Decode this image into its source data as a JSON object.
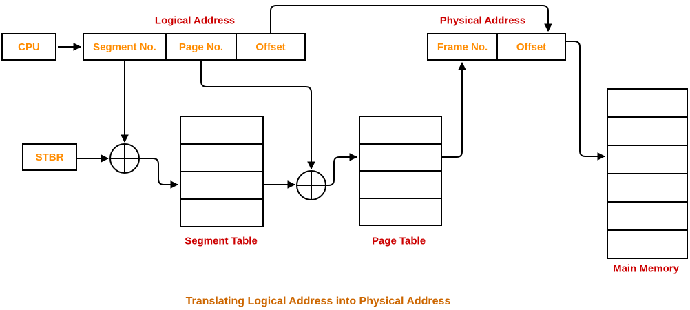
{
  "title": "Translating Logical Address into Physical Address",
  "cpu": {
    "label": "CPU"
  },
  "stbr": {
    "label": "STBR"
  },
  "logical_address": {
    "label": "Logical Address",
    "segment_field": "Segment No.",
    "page_field": "Page No.",
    "offset_field": "Offset"
  },
  "physical_address": {
    "label": "Physical Address",
    "frame_field": "Frame No.",
    "offset_field": "Offset"
  },
  "tables": {
    "segment_table": {
      "label": "Segment Table",
      "rows": 4
    },
    "page_table": {
      "label": "Page Table",
      "rows": 4
    },
    "main_memory": {
      "label": "Main Memory",
      "rows": 6
    }
  },
  "adders": {
    "symbol": "plus-in-circle",
    "count": 2
  },
  "colors": {
    "field_text": "#FF8C00",
    "section_label": "#CC0000",
    "title_text": "#CC6600",
    "line": "#000000",
    "background": "#FFFFFF"
  }
}
